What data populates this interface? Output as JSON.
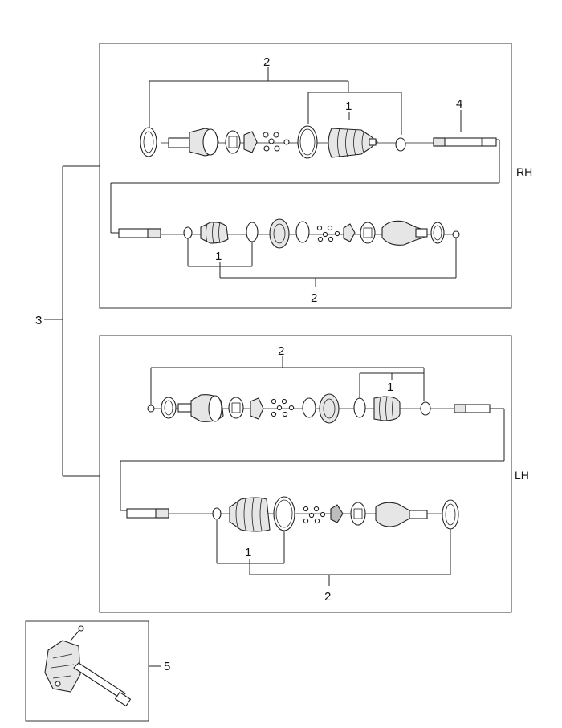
{
  "panels": {
    "rh": {
      "side_label": "RH"
    },
    "lh": {
      "side_label": "LH"
    }
  },
  "callouts": {
    "boot_kit": "1",
    "joint_kit": "2",
    "shaft_assy": "3",
    "shaft": "4",
    "bearing_bracket": "5"
  }
}
